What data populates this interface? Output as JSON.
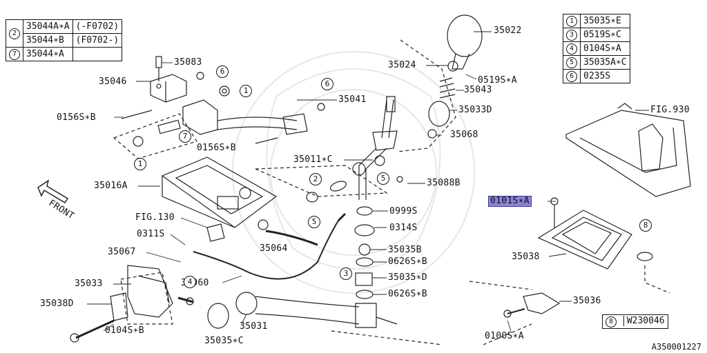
{
  "table_left": {
    "rows": [
      {
        "circle": "2",
        "part": "35044A∗A",
        "range": "(-F0702)"
      },
      {
        "circle": "",
        "part": "35044∗B",
        "range": "(F0702-)"
      },
      {
        "circle": "7",
        "part": "35044∗A",
        "range": ""
      }
    ]
  },
  "table_right": {
    "rows": [
      {
        "circle": "1",
        "part": "35035∗E"
      },
      {
        "circle": "3",
        "part": "0519S∗C"
      },
      {
        "circle": "4",
        "part": "0104S∗A"
      },
      {
        "circle": "5",
        "part": "35035A∗C"
      },
      {
        "circle": "6",
        "part": "0235S"
      }
    ]
  },
  "w_box": {
    "circle": "8",
    "part": "W230046"
  },
  "labels": {
    "p35083": "35083",
    "p35046": "35046",
    "p0156Sb_1": "0156S∗B",
    "p0156Sb_2": "0156S∗B",
    "p35041": "35041",
    "p35022": "35022",
    "p35024": "35024",
    "p0519Sa": "0519S∗A",
    "p35043": "35043",
    "p35033D": "35033D",
    "p35068": "35068",
    "fig930": "FIG.930",
    "p35011C": "35011∗C",
    "p35088B": "35088B",
    "p35016A": "35016A",
    "front": "FRONT",
    "fig130": "FIG.130",
    "p0311S": "0311S",
    "p35064": "35064",
    "p0999S": "0999S",
    "p0314S": "0314S",
    "p35067": "35067",
    "p35035B": "35035B",
    "p0626Sb_1": "0626S∗B",
    "p35035D": "35035∗D",
    "p0626Sb_2": "0626S∗B",
    "p35033": "35033",
    "p35060": "35060",
    "p35038D": "35038D",
    "p35031": "35031",
    "p0104Sb": "0104S∗B",
    "p35035C": "35035∗C",
    "p0101Sa": "0101S∗A",
    "p35038": "35038",
    "p35036": "35036",
    "p0100Sa": "0100S∗A"
  },
  "circles": {
    "c6a": "6",
    "c1a": "1",
    "c7": "7",
    "c1b": "1",
    "c6b": "6",
    "c2": "2",
    "c5a": "5",
    "c5b": "5",
    "c3": "3",
    "c4": "4",
    "c8": "8"
  },
  "ref_code": "A350001227",
  "highlight_color": "#8b84d6"
}
